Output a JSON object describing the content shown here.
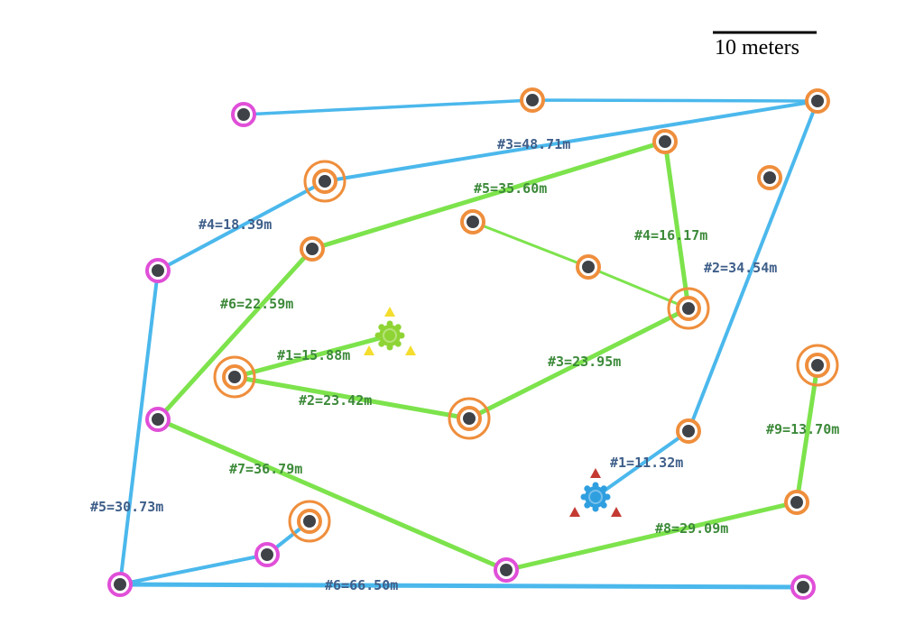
{
  "scale_bar": {
    "label": "10 meters"
  },
  "colors": {
    "blue_route": "#4bb8ec",
    "green_route": "#7de34c",
    "blue_label": "#3f5f8a",
    "green_label": "#3d8a3a",
    "orange_ring": "#ef8e3c",
    "magenta_ring": "#e04fd8",
    "node_fill": "#3f4247",
    "blue_robot": "#2f9fe0",
    "red_marker": "#c43a33",
    "green_robot": "#8fd435",
    "yellow_marker": "#f4dd2e"
  },
  "blue_route_labels": [
    "#1=11.32m",
    "#2=34.54m",
    "#3=48.71m",
    "#4=18.39m",
    "#5=30.73m",
    "#6=66.50m"
  ],
  "green_route_labels": [
    "#1=15.88m",
    "#2=23.42m",
    "#3=23.95m",
    "#4=16.17m",
    "#5=35.60m",
    "#6=22.59m",
    "#7=36.79m",
    "#8=29.09m",
    "#9=13.70m"
  ]
}
